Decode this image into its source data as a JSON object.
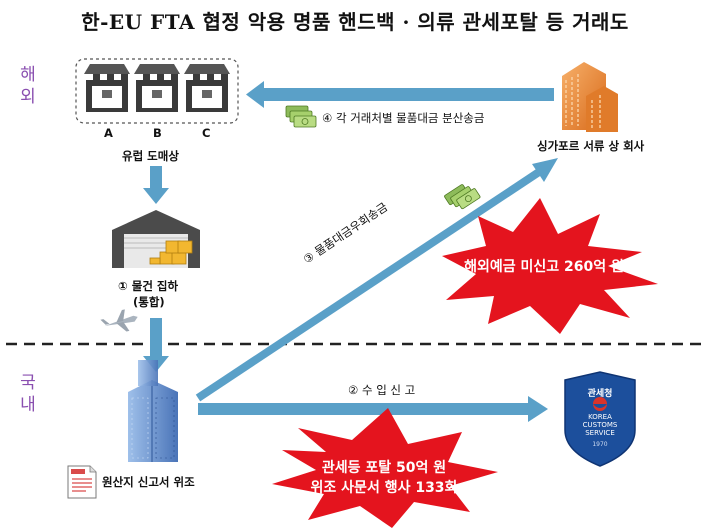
{
  "title": "한-EU FTA 협정 악용 명품 핸드백 · 의류 관세포탈 등 거래도",
  "regions": {
    "overseas": "해외",
    "domestic": "국내"
  },
  "stores": {
    "labels": [
      "A",
      "B",
      "C"
    ],
    "caption": "유럽 도매상"
  },
  "singapore_company": "싱가포르 서류 상 회사",
  "warehouse": {
    "line1": "① 물건 집하",
    "line2": "(통합)"
  },
  "flows": {
    "step2": "② 수 입 신 고",
    "step3": "③ 물품대금우회송금",
    "step4": "④ 각 거래처별 물품대금 분산송금"
  },
  "origin_doc": "원산지 신고서 위조",
  "customs_badge": {
    "top": "관세청",
    "line1": "KOREA",
    "line2": "CUSTOMS",
    "line3": "SERVICE",
    "year": "1970"
  },
  "bursts": {
    "overseas_deposit": "해외예금 미신고 260억 원",
    "tariff_line1": "관세등 포탈 50억 원",
    "tariff_line2": "위조 사문서 행사 133회"
  },
  "colors": {
    "arrow": "#5aa0c8",
    "burst": "#e4141e",
    "region_label": "#8a4fb0",
    "divider": "#222222"
  }
}
